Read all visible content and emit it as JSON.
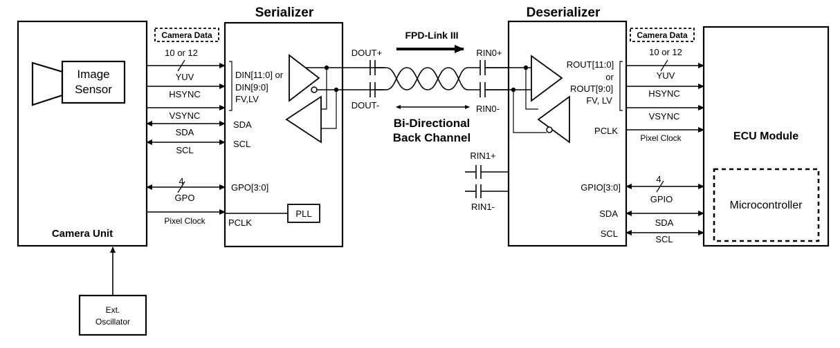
{
  "titles": {
    "serializer": "Serializer",
    "deserializer": "Deserializer",
    "link": "FPD-Link III",
    "back_channel_1": "Bi-Directional",
    "back_channel_2": "Back Channel"
  },
  "camera_unit": {
    "label": "Camera Unit",
    "sensor_line1": "Image",
    "sensor_line2": "Sensor",
    "camera_data": "Camera Data"
  },
  "left_signals": {
    "bus_width": "10 or 12",
    "yuv": "YUV",
    "hsync": "HSYNC",
    "vsync": "VSYNC",
    "sda": "SDA",
    "scl": "SCL",
    "gpo_width": "4",
    "gpo": "GPO",
    "pixel_clock": "Pixel Clock"
  },
  "serializer_pins": {
    "din_1": "DIN[11:0] or",
    "din_2": "DIN[9:0]",
    "din_3": "FV,LV",
    "sda": "SDA",
    "scl": "SCL",
    "gpo": "GPO[3:0]",
    "pclk": "PCLK",
    "pll": "PLL",
    "dout_p": "DOUT+",
    "dout_n": "DOUT-"
  },
  "deserializer_pins": {
    "rin0_p": "RIN0+",
    "rin0_n": "RIN0-",
    "rin1_p": "RIN1+",
    "rin1_n": "RIN1-",
    "rout_1": "ROUT[11:0]",
    "rout_2": "or",
    "rout_3": "ROUT[9:0]",
    "rout_4": "FV, LV",
    "pclk": "PCLK",
    "gpio": "GPIO[3:0]",
    "sda": "SDA",
    "scl": "SCL"
  },
  "right_signals": {
    "camera_data": "Camera Data",
    "bus_width": "10 or 12",
    "yuv": "YUV",
    "hsync": "HSYNC",
    "vsync": "VSYNC",
    "pixel_clock": "Pixel Clock",
    "gpio_width": "4",
    "gpio": "GPIO",
    "sda": "SDA",
    "scl": "SCL"
  },
  "ecu": {
    "label": "ECU Module",
    "micro": "Microcontroller"
  },
  "oscillator": {
    "line1": "Ext.",
    "line2": "Oscillator"
  }
}
